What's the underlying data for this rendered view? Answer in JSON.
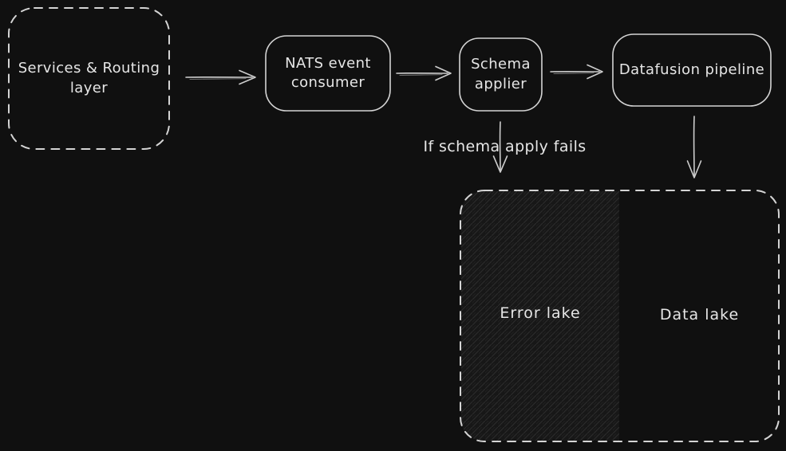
{
  "diagram": {
    "nodes": {
      "services": {
        "label": "Services & Routing layer"
      },
      "nats": {
        "label": "NATS event consumer"
      },
      "schema": {
        "label": "Schema applier"
      },
      "datafusion": {
        "label": "Datafusion pipeline"
      },
      "error_lake": {
        "label": "Error lake"
      },
      "data_lake": {
        "label": "Data lake"
      }
    },
    "edge_labels": {
      "schema_fail": "If schema apply fails"
    },
    "colors": {
      "background": "#101010",
      "stroke": "#d4d4d4",
      "text": "#e6e6e6",
      "hatch_fill": "rgba(255,255,255,0.08)"
    }
  }
}
